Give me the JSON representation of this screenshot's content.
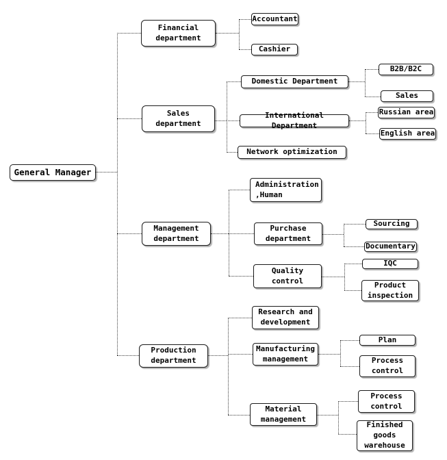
{
  "diagram": {
    "type": "org-chart",
    "orientation": "left-to-right",
    "root_id": "gm"
  },
  "colors": {
    "background": "#ffffff",
    "box_fill": "#ffffff",
    "box_border": "#1a1a1a",
    "text": "#000000",
    "connector": "#3c3c3c",
    "shadow": "#9a9a9a"
  },
  "nodes": {
    "gm": {
      "label": "General Manager",
      "children": [
        "financial",
        "sales",
        "management",
        "production"
      ]
    },
    "financial": {
      "label": "Financial\ndepartment",
      "children": [
        "accountant",
        "cashier"
      ]
    },
    "accountant": {
      "label": "Accountant",
      "children": []
    },
    "cashier": {
      "label": "Cashier",
      "children": []
    },
    "sales": {
      "label": "Sales\ndepartment",
      "children": [
        "domestic",
        "international",
        "network"
      ]
    },
    "domestic": {
      "label": "Domestic Department",
      "children": [
        "b2b",
        "sales_team"
      ]
    },
    "b2b": {
      "label": "B2B/B2C",
      "children": []
    },
    "sales_team": {
      "label": "Sales",
      "children": []
    },
    "international": {
      "label": "International Department",
      "children": [
        "russian",
        "english"
      ]
    },
    "russian": {
      "label": "Russian area",
      "children": []
    },
    "english": {
      "label": "English area",
      "children": []
    },
    "network": {
      "label": "Network optimization",
      "children": []
    },
    "management": {
      "label": "Management\ndepartment",
      "children": [
        "admin",
        "purchase",
        "quality"
      ]
    },
    "admin": {
      "label": "Administration\n,Human",
      "children": []
    },
    "purchase": {
      "label": "Purchase\ndepartment",
      "children": [
        "sourcing",
        "documentary"
      ]
    },
    "sourcing": {
      "label": "Sourcing",
      "children": []
    },
    "documentary": {
      "label": "Documentary",
      "children": []
    },
    "quality": {
      "label": "Quality\ncontrol",
      "children": [
        "iqc",
        "product_inspection"
      ]
    },
    "iqc": {
      "label": "IQC",
      "children": []
    },
    "product_inspection": {
      "label": "Product\ninspection",
      "children": []
    },
    "production": {
      "label": "Production\ndepartment",
      "children": [
        "rnd",
        "manufacturing",
        "material"
      ]
    },
    "rnd": {
      "label": "Research and\ndevelopment",
      "children": []
    },
    "manufacturing": {
      "label": "Manufacturing\nmanagement",
      "children": [
        "plan",
        "process_control_mfg"
      ]
    },
    "plan": {
      "label": "Plan",
      "children": []
    },
    "process_control_mfg": {
      "label": "Process\ncontrol",
      "children": []
    },
    "material": {
      "label": "Material\nmanagement",
      "children": [
        "process_control_mat",
        "finished_goods"
      ]
    },
    "process_control_mat": {
      "label": "Process\ncontrol",
      "children": []
    },
    "finished_goods": {
      "label": "Finished\ngoods\nwarehouse",
      "children": []
    }
  }
}
